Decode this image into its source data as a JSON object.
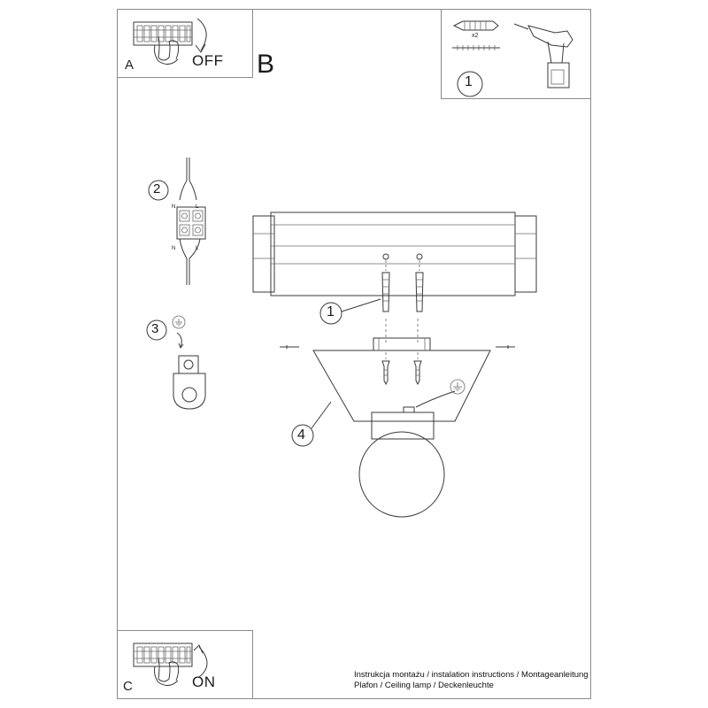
{
  "panels": {
    "a": {
      "letter": "A",
      "state": "OFF"
    },
    "b": {
      "letter": "B"
    },
    "c": {
      "letter": "C",
      "state": "ON"
    }
  },
  "tools": {
    "quantity": "x2",
    "step": "1"
  },
  "callouts": {
    "wiring": "2",
    "ground": "3",
    "anchors": "1",
    "shade": "4"
  },
  "wiring_labels": {
    "top_left": "N",
    "top_right": "L",
    "bottom_left": "N",
    "bottom_right": "L"
  },
  "caption": {
    "line1": "Instrukcja montażu / instalation instructions / Montageanleitung",
    "line2": "Plafon / Ceiling lamp / Deckenleuchte"
  }
}
